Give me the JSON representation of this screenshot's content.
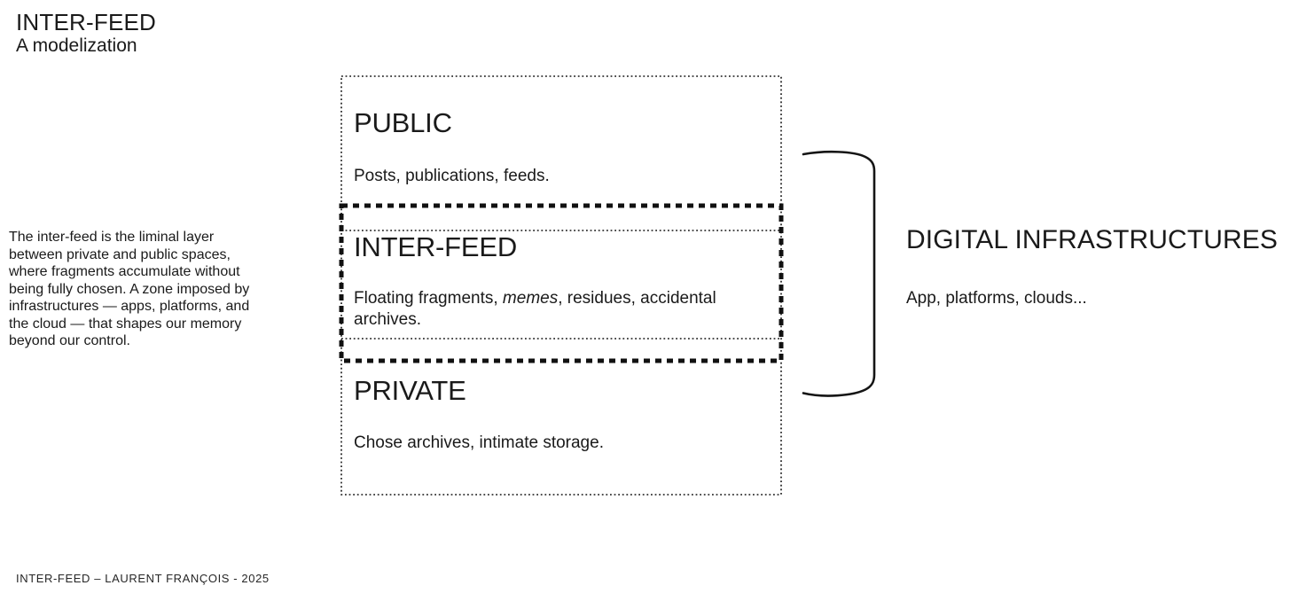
{
  "page": {
    "background": "#ffffff",
    "text_color": "#1a1a1a",
    "border_color": "#111111"
  },
  "header": {
    "title": "INTER-FEED",
    "subtitle": "A modelization"
  },
  "intro": {
    "text": "The inter-feed is the liminal layer\nbetween private and public spaces,\nwhere fragments accumulate without\nbeing fully chosen. A zone imposed by\ninfrastructures — apps, platforms, and\nthe cloud — that shapes our memory\nbeyond our control."
  },
  "diagram": {
    "sections": [
      {
        "id": "public",
        "heading": "PUBLIC",
        "body": "Posts, publications, feeds."
      },
      {
        "id": "inter-feed",
        "heading": "INTER-FEED",
        "body_prefix": "Floating fragments, ",
        "body_italic": "memes",
        "body_suffix": ", residues, accidental archives."
      },
      {
        "id": "private",
        "heading": "PRIVATE",
        "body": "Chose archives, intimate storage."
      }
    ]
  },
  "infrastructures": {
    "heading": "DIGITAL INFRASTRUCTURES",
    "body": "App, platforms, clouds..."
  },
  "footer": {
    "credit": "INTER-FEED – LAURENT FRANÇOIS - 2025"
  }
}
